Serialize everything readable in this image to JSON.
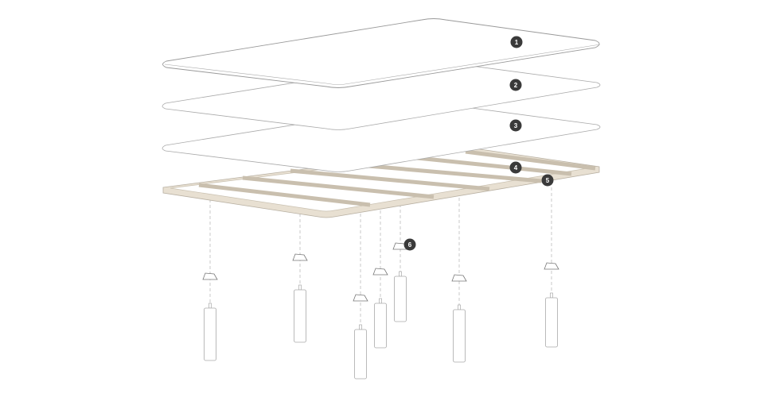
{
  "diagram": {
    "callouts": {
      "mattress_topper": "1",
      "mattress_layer": "2",
      "base_layer": "3",
      "slats": "4",
      "frame": "5",
      "leg_connector": "6"
    },
    "colors": {
      "badge": "#3a3a3a",
      "wood": "#e8e0d2",
      "wood_dark": "#d4cbbb",
      "line": "#9a9a9a"
    }
  }
}
